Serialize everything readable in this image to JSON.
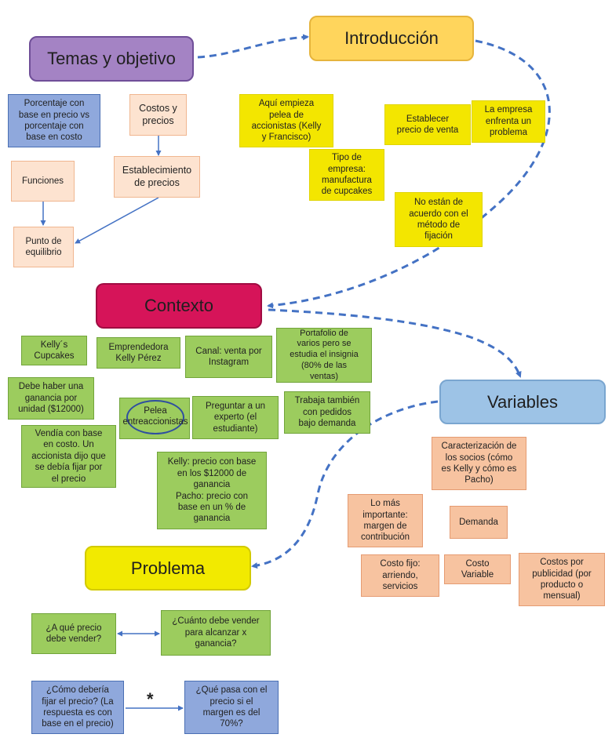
{
  "headers": {
    "temas": "Temas y objetivo",
    "introduccion": "Introducción",
    "contexto": "Contexto",
    "variables": "Variables",
    "problema": "Problema"
  },
  "temas_nodes": {
    "porcentaje": [
      "Porcentaje con",
      "base en precio vs",
      "porcentaje con",
      "base en costo"
    ],
    "costos": [
      "Costos y",
      "precios"
    ],
    "establecimiento": [
      "Establecimiento",
      "de precios"
    ],
    "funciones": [
      "Funciones"
    ],
    "equilibrio": [
      "Punto de",
      "equilibrio"
    ]
  },
  "intro_nodes": {
    "pelea": [
      "Aquí empieza",
      "pelea de",
      "accionistas (Kelly",
      "y Francisco)"
    ],
    "tipo": [
      "Tipo de",
      "empresa:",
      "manufactura",
      "de cupcakes"
    ],
    "establecer": [
      "Establecer",
      "precio de venta"
    ],
    "enfrenta": [
      "La empresa",
      "enfrenta un",
      "problema"
    ],
    "acuerdo": [
      "No están de",
      "acuerdo con el",
      "método de",
      "fijación"
    ]
  },
  "contexto_nodes": {
    "kellys": [
      "Kelly´s",
      "Cupcakes"
    ],
    "emprendedora": [
      "Emprendedora",
      "Kelly Pérez"
    ],
    "canal": [
      "Canal: venta por",
      "Instagram"
    ],
    "portafolio": [
      "Portafolio de",
      "varios pero se",
      "estudia el insignia",
      "(80% de las",
      "ventas)"
    ],
    "ganancia": [
      "Debe haber una",
      "ganancia por",
      "unidad ($12000)"
    ],
    "pelea_accionistas": [
      "Pelea entre",
      "accionistas"
    ],
    "preguntar": [
      "Preguntar a un",
      "experto (el",
      "estudiante)"
    ],
    "trabaja": [
      "Trabaja también",
      "con pedidos",
      "bajo demanda"
    ],
    "vendia": [
      "Vendía con base",
      "en costo. Un",
      "accionista dijo que",
      "se debía fijar por",
      "el precio"
    ],
    "kelly_pacho": [
      "Kelly: precio con base",
      "en los $12000 de",
      "ganancia",
      "Pacho: precio con",
      "base en un % de",
      "ganancia"
    ]
  },
  "variables_nodes": {
    "caracterizacion": [
      "Caracterización de",
      "los socios (cómo",
      "es Kelly y cómo es",
      "Pacho)"
    ],
    "importante": [
      "Lo más",
      "importante:",
      "margen de",
      "contribución"
    ],
    "demanda": [
      "Demanda"
    ],
    "costo_fijo": [
      "Costo fijo:",
      "arriendo,",
      "servicios"
    ],
    "costo_variable": [
      "Costo",
      "Variable"
    ],
    "publicidad": [
      "Costos por",
      "publicidad (por",
      "producto o",
      "mensual)"
    ]
  },
  "problema_nodes": {
    "que_precio": [
      "¿A qué precio",
      "debe vender?"
    ],
    "cuanto": [
      "¿Cuánto debe vender",
      "para alcanzar x",
      "ganancia?"
    ],
    "como": [
      "¿Cómo debería",
      "fijar el precio? (La",
      "respuesta es con",
      "base en el precio)"
    ],
    "que_pasa": [
      "¿Qué pasa con el",
      "precio si el",
      "margen es del",
      "70%?"
    ],
    "star": "*"
  },
  "colors": {
    "arrow_dashed": "#4472c4",
    "arrow_solid": "#4472c4"
  }
}
